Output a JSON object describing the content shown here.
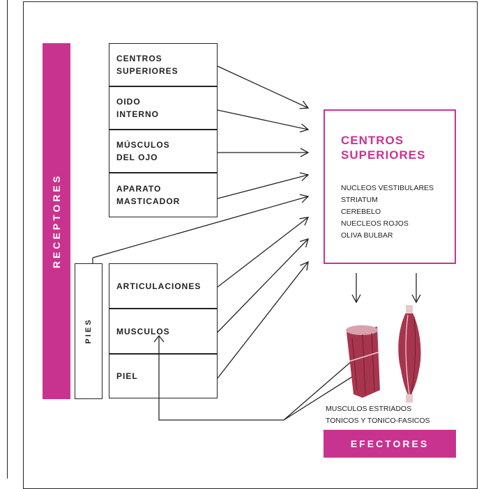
{
  "receptores_label": "RECEPTORES",
  "pies_label": "PIES",
  "receptor_boxes": [
    {
      "line1": "CENTROS",
      "line2": "SUPERIORES"
    },
    {
      "line1": "OIDO",
      "line2": "INTERNO"
    },
    {
      "line1": "MÚSCULOS",
      "line2": "DEL OJO"
    },
    {
      "line1": "APARATO",
      "line2": "MASTICADOR"
    }
  ],
  "pies_boxes": [
    {
      "label": "ARTICULACIONES"
    },
    {
      "label": "MUSCULOS"
    },
    {
      "label": "PIEL"
    }
  ],
  "centros": {
    "title_line1": "CENTROS",
    "title_line2": "SUPERIORES",
    "items": [
      "NUCLEOS VESTIBULARES",
      "STRIATUM",
      "CEREBELO",
      "NUECLEOS ROJOS",
      "OLIVA BULBAR"
    ]
  },
  "efectores": {
    "caption_line1": "MUSCULOS ESTRIADOS",
    "caption_line2": "TONICOS Y TONICO-FASICOS",
    "label": "EFECTORES"
  },
  "colors": {
    "accent": "#c8338f",
    "muscle": "#a8354e",
    "line": "#222222"
  }
}
